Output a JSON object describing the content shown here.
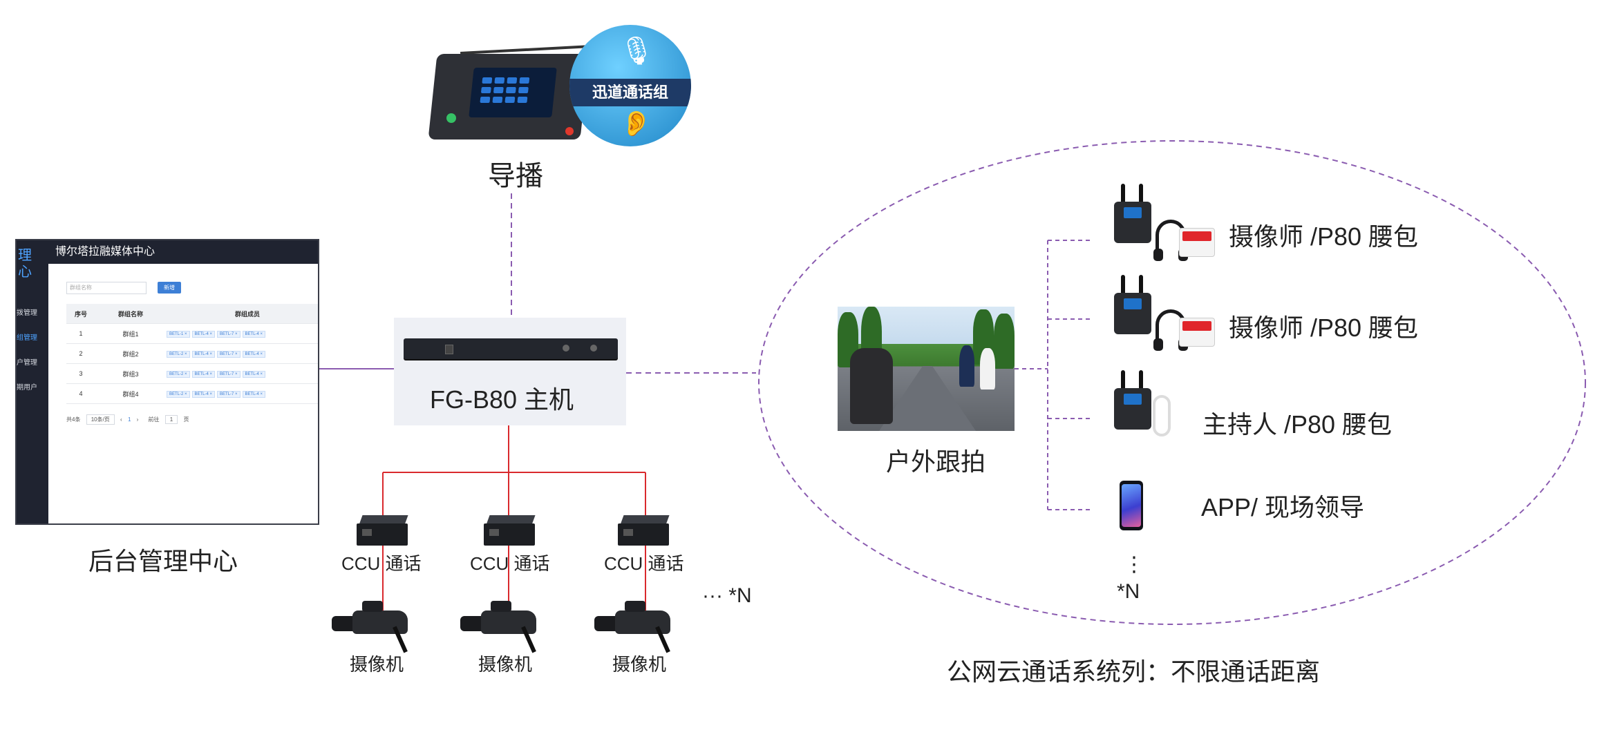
{
  "labels": {
    "director": "导播",
    "badge": "迅道通话组",
    "admin_center": "后台管理中心",
    "host": "FG-B80 主机",
    "ccu": "CCU 通话",
    "camera": "摄像机",
    "more_cameras": "··· *N",
    "outdoor": "户外跟拍",
    "cloud_series": "公网云通话系统列：不限通话距离",
    "cameraman_1": "摄像师 /P80 腰包",
    "cameraman_2": "摄像师 /P80 腰包",
    "presenter": "主持人 /P80 腰包",
    "app_leader": "APP/ 现场领导",
    "vdots": "⋮",
    "more_terminals": "*N"
  },
  "admin": {
    "title": "博尔塔拉融媒体中心",
    "brand": "理\n心",
    "nav": [
      "拨管理",
      "组管理",
      "户管理",
      "期用户"
    ],
    "search_placeholder": "群组名称",
    "new_button": "新增",
    "columns": [
      "序号",
      "群组名称",
      "群组成员"
    ],
    "rows": [
      {
        "no": "1",
        "name": "群组1",
        "members": [
          "BETL-1",
          "BETL-4",
          "BETL-7",
          "BETL-4"
        ]
      },
      {
        "no": "2",
        "name": "群组2",
        "members": [
          "BETL-2",
          "BETL-4",
          "BETL-7",
          "BETL-4"
        ]
      },
      {
        "no": "3",
        "name": "群组3",
        "members": [
          "BETL-2",
          "BETL-4",
          "BETL-7",
          "BETL-4"
        ]
      },
      {
        "no": "4",
        "name": "群组4",
        "members": [
          "BETL-2",
          "BETL-4",
          "BETL-7",
          "BETL-4"
        ]
      }
    ],
    "pager": {
      "total": "共4条",
      "per_page": "10条/页",
      "current": "1",
      "goto": "前往",
      "page_value": "1",
      "page_unit": "页"
    }
  },
  "colors": {
    "purple_dash": "#8a5bb0",
    "red_line": "#d9292d",
    "host_bg": "#eef0f5"
  },
  "icons": {
    "badge_top": "microphone-icon",
    "badge_bottom": "ear-icon"
  }
}
